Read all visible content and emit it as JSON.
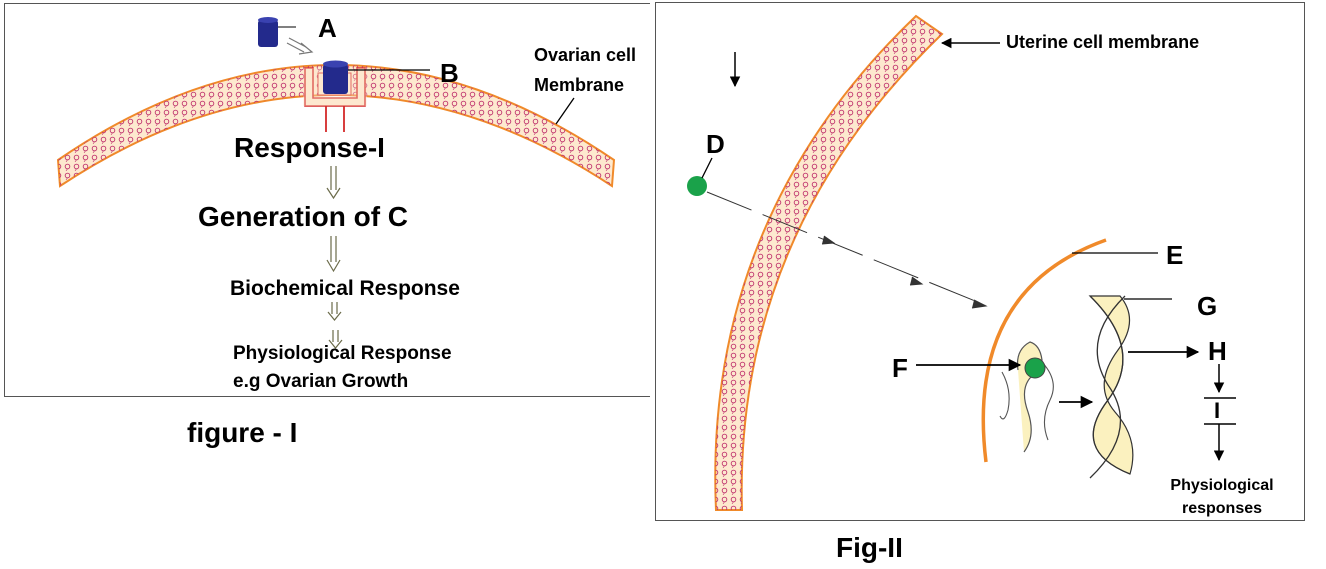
{
  "figure1": {
    "caption": "figure - I",
    "label_A": "A",
    "label_B": "B",
    "membrane_label_line1": "Ovarian cell",
    "membrane_label_line2": "Membrane",
    "step1": "Response-I",
    "step2": "Generation of C",
    "step3": "Biochemical Response",
    "step4_line1": "Physiological Response",
    "step4_line2": "e.g Ovarian Growth"
  },
  "figure2": {
    "caption": "Fig-II",
    "membrane_label": "Uterine cell membrane",
    "label_D": "D",
    "label_E": "E",
    "label_F": "F",
    "label_G": "G",
    "label_H": "H",
    "label_I": "I",
    "result_line1": "Physiological",
    "result_line2": "responses"
  },
  "colors": {
    "membrane_fill": "#fde9cf",
    "membrane_edge": "#f08a2a",
    "lipid_head": "#c0346e",
    "receptor_blue": "#232a8c",
    "hormone_green": "#1aa24a",
    "chromatin_fill": "#fbf1bf"
  }
}
